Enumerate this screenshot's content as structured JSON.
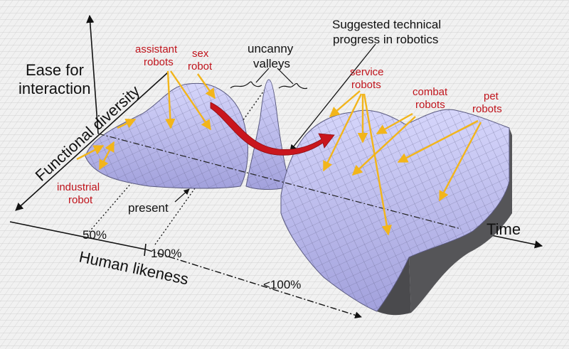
{
  "axes": {
    "ease_line1": "Ease for",
    "ease_line2": "interaction",
    "functional_diversity": "Functional diversity",
    "human_likeness": "Human likeness",
    "time": "Time"
  },
  "ticks": {
    "fifty": "50%",
    "hundred": "100%",
    "under_hundred": "<100%"
  },
  "annotations": {
    "present": "present",
    "uncanny_line1": "uncanny",
    "uncanny_line2": "valleys",
    "progress_line1": "Suggested technical",
    "progress_line2": "progress in robotics"
  },
  "robot_labels": {
    "assistant_line1": "assistant",
    "assistant_line2": "robots",
    "sex_line1": "sex",
    "sex_line2": "robot",
    "industrial_line1": "industrial",
    "industrial_line2": "robot",
    "service_line1": "service",
    "service_line2": "robots",
    "combat_line1": "combat",
    "combat_line2": "robots",
    "pet_line1": "pet",
    "pet_line2": "robots"
  },
  "colors": {
    "surface": "#b7b6ee",
    "surface_edge": "#5a5a80",
    "arrow_annotation": "#f2b51b",
    "robot_label_text": "#c0141c",
    "progress_arrow": "#c9161d",
    "slab_side": "#555558",
    "grid": "#c4c4c4"
  }
}
